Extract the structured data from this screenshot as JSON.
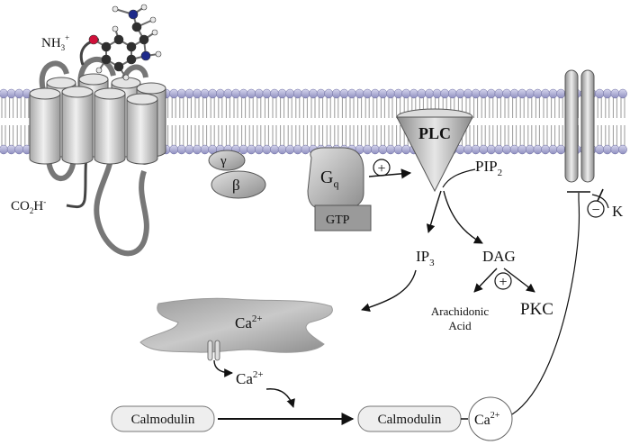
{
  "membrane": {
    "color_head": "#b7b7d9",
    "color_tail": "#9a9a9a"
  },
  "receptor": {
    "n_terminus": {
      "main": "NH",
      "sub": "3",
      "sup": "+"
    },
    "c_terminus": {
      "main": "CO",
      "sub": "2",
      "rest": "H",
      "sup": "-"
    }
  },
  "ligand": {
    "atom_colors": {
      "carbon": "#2f2f2f",
      "oxygen": "#d0103a",
      "nitrogen": "#1e2a8a",
      "hydrogen": "#e8e8e8"
    }
  },
  "g_protein": {
    "gamma": "γ",
    "beta": "β",
    "gq": {
      "main": "G",
      "sub": "q"
    },
    "gtp": "GTP",
    "activation_sign": "+"
  },
  "plc": {
    "label": "PLC"
  },
  "substrates": {
    "pip2": {
      "main": "PIP",
      "sub": "2"
    },
    "ip3": {
      "main": "IP",
      "sub": "3"
    },
    "dag": "DAG",
    "dag_sign": "+",
    "arachidonic": [
      "Arachidonic",
      "Acid"
    ],
    "pkc": "PKC"
  },
  "er_store": {
    "ca": {
      "main": "Ca",
      "sup": "2+"
    }
  },
  "cytosolic_ca": {
    "main": "Ca",
    "sup": "2+"
  },
  "calmodulin": {
    "free": "Calmodulin",
    "bound": "Calmodulin",
    "bound_ca": {
      "main": "Ca",
      "sup": "2+"
    }
  },
  "k_channel": {
    "ion": "K",
    "inhibit_sign": "−"
  }
}
